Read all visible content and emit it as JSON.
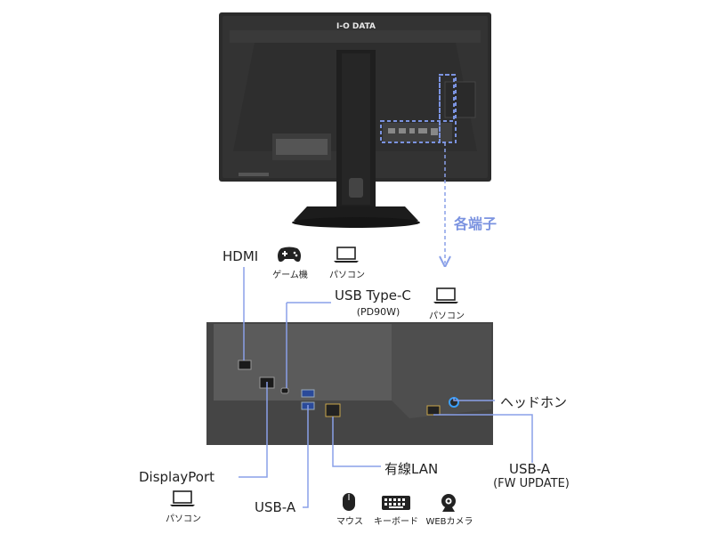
{
  "monitor": {
    "brand": "I-O DATA"
  },
  "arrow_label": "各端子",
  "ports": {
    "hdmi": {
      "label": "HDMI",
      "devices": [
        "ゲーム機",
        "パソコン"
      ]
    },
    "usbc": {
      "label": "USB Type-C",
      "sublabel": "(PD90W)",
      "device": "パソコン"
    },
    "displayport": {
      "label": "DisplayPort",
      "device": "パソコン"
    },
    "usba": {
      "label": "USB-A",
      "devices": [
        "マウス",
        "キーボード",
        "WEBカメラ"
      ]
    },
    "lan": {
      "label": "有線LAN"
    },
    "headphone": {
      "label": "ヘッドホン"
    },
    "usba_fw": {
      "label": "USB-A",
      "sublabel": "(FW UPDATE)"
    }
  },
  "colors": {
    "accent": "#7b93e0",
    "line": "#8aa0e8",
    "monitor": "#2a2a2a"
  },
  "icons": [
    "gamepad-icon",
    "laptop-icon",
    "mouse-icon",
    "keyboard-icon",
    "webcam-icon"
  ]
}
